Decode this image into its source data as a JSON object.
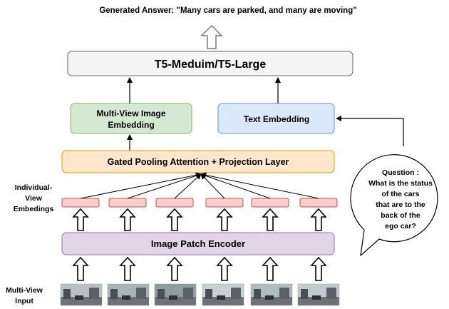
{
  "answer_text": "Generated Answer: \"Many cars are parked, and many are moving\"",
  "t5_label": "T5-Meduim/T5-Large",
  "mv_embedding_label": [
    "Multi-View Image",
    "Embedding"
  ],
  "text_embedding_label": "Text Embedding",
  "gated_label": "Gated Pooling Attention + Projection Layer",
  "individual_label": [
    "Individual-",
    "View",
    "Embedings"
  ],
  "encoder_label": "Image Patch Encoder",
  "multiview_label": [
    "Multi-View",
    "Input"
  ],
  "question_label": [
    "Question :",
    "What is the status",
    "of the cars",
    "that are to the",
    "back of the",
    "ego car?"
  ],
  "colors": {
    "t5_fill": "#f5f5f5",
    "t5_stroke": "#666666",
    "mv_fill": "#d5e8d4",
    "mv_stroke": "#82b366",
    "text_fill": "#dae8fc",
    "text_stroke": "#6c8ebf",
    "gated_fill": "#ffe6cc",
    "gated_stroke": "#d79b00",
    "slot_fill": "#f8cecc",
    "slot_stroke": "#b85450",
    "encoder_fill": "#e1d5e7",
    "encoder_stroke": "#9673a6"
  }
}
